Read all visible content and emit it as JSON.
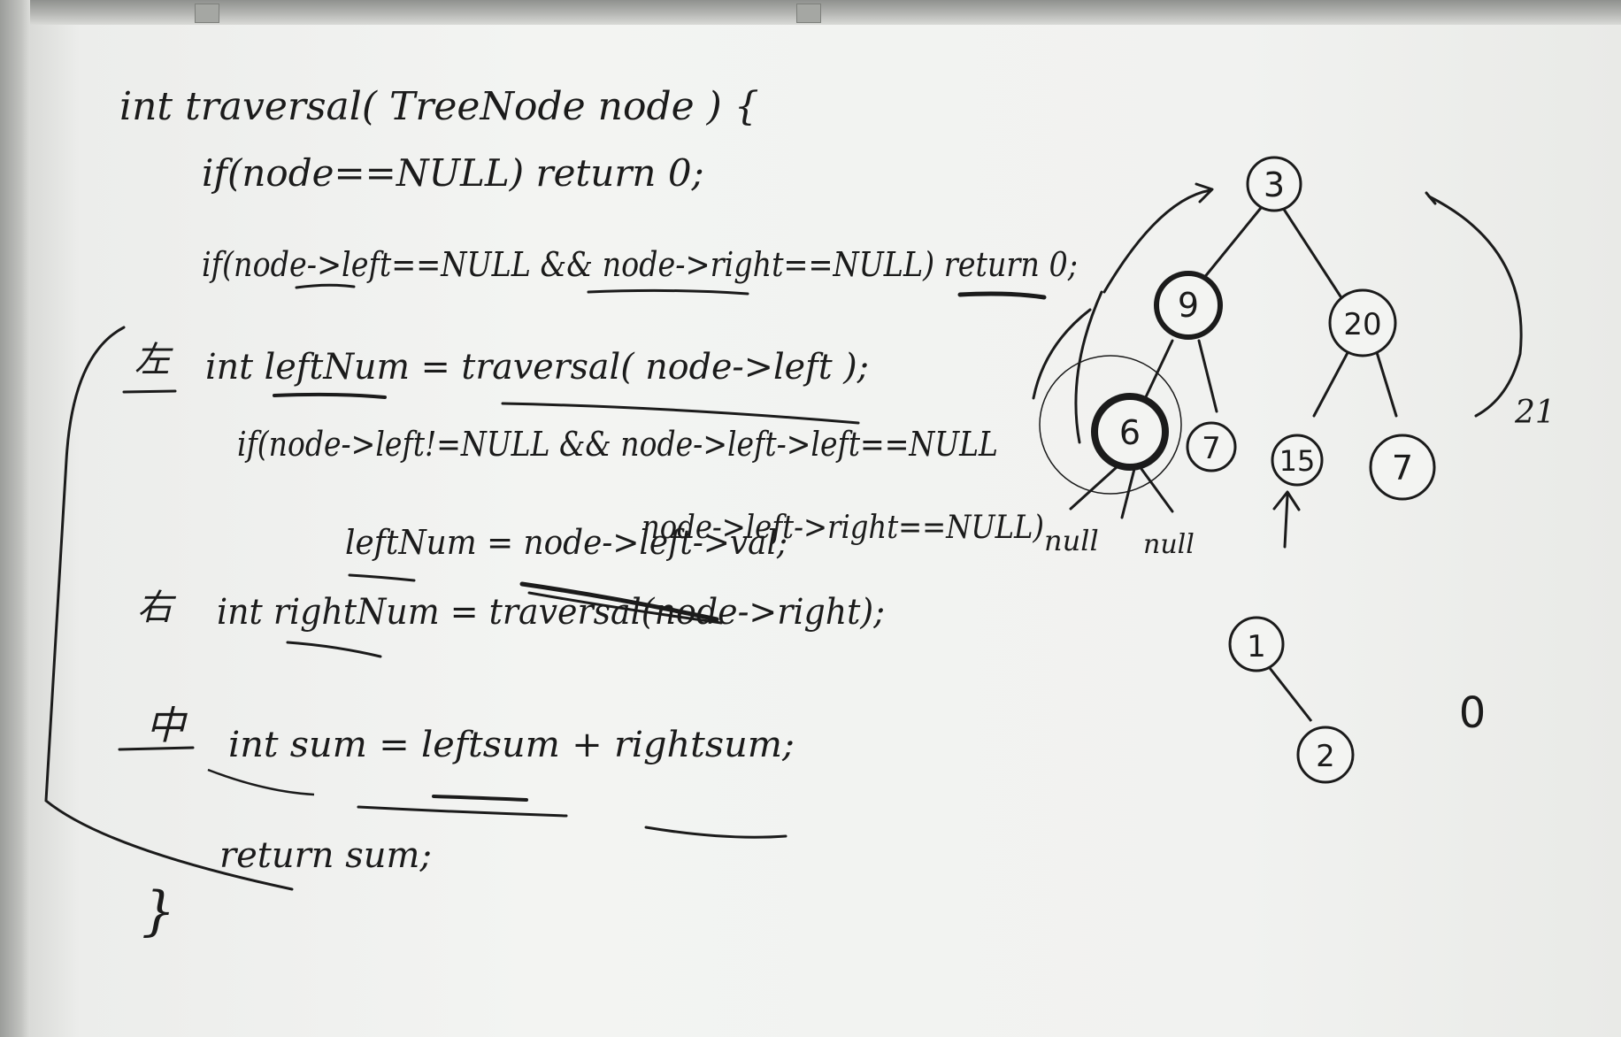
{
  "code": {
    "line1": "int traversal( TreeNode node ) {",
    "line2": "if(node==NULL) return 0;",
    "line3": "if(node->left==NULL && node->right==NULL) return 0;",
    "label_left": "左",
    "line4": "int leftNum = traversal( node->left );",
    "line5": "if(node->left!=NULL && node->left->left==NULL",
    "line6": "node->left->right==NULL)",
    "line7": "leftNum = node->left->val;",
    "label_right": "右",
    "line8": "int rightNum = traversal(node->right);",
    "label_mid": "中",
    "line9": "int sum = leftsum + rightsum;",
    "line10": "return sum;",
    "line11": "}"
  },
  "tree1": {
    "nodes": [
      "3",
      "9",
      "20",
      "6",
      "7",
      "15",
      "7"
    ],
    "null_left": "null",
    "null_right": "null",
    "side_label": "21"
  },
  "tree2": {
    "nodes": [
      "1",
      "2"
    ],
    "standalone": "0"
  }
}
